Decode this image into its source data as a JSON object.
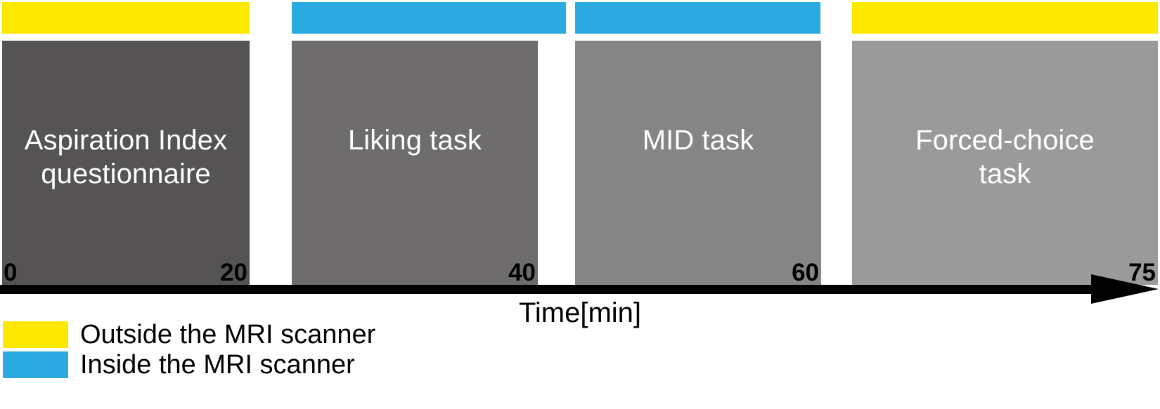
{
  "figure": {
    "axis_title": "Time[min]",
    "axis_arrow_direction": "right"
  },
  "chart_data": {
    "type": "timeline",
    "title": "",
    "xlabel": "Time[min]",
    "ylabel": "",
    "xlim": [
      0,
      75
    ],
    "grid": false,
    "legend_position": "bottom-left",
    "tick_labels": [
      "0",
      "20",
      "40",
      "60",
      "75"
    ],
    "blocks": [
      {
        "label": "Aspiration Index\nquestionnaire",
        "start": 0,
        "end": 20,
        "duration": 20,
        "location": "Outside the MRI scanner",
        "state_color": "#FFE800",
        "block_color": "#565354",
        "tick_start": "0",
        "tick_end": "20"
      },
      {
        "label": "Liking task",
        "start": 20,
        "end": 40,
        "duration": 20,
        "location": "Inside the MRI scanner",
        "state_color": "#2BAAE2",
        "block_color": "#6E6C6D",
        "tick_start": "",
        "tick_end": "40"
      },
      {
        "label": "MID task",
        "start": 40,
        "end": 60,
        "duration": 20,
        "location": "Inside the MRI scanner",
        "state_color": "#2BAAE2",
        "block_color": "#858585",
        "tick_start": "",
        "tick_end": "60"
      },
      {
        "label": "Forced-choice\ntask",
        "start": 60,
        "end": 75,
        "duration": 15,
        "location": "Outside the MRI scanner",
        "state_color": "#FFE800",
        "block_color": "#9A9A9A",
        "tick_start": "",
        "tick_end": "75"
      }
    ],
    "legend": [
      {
        "label": "Outside the MRI scanner",
        "color": "#FFE800"
      },
      {
        "label": "Inside the MRI scanner",
        "color": "#2BAAE2"
      }
    ]
  }
}
